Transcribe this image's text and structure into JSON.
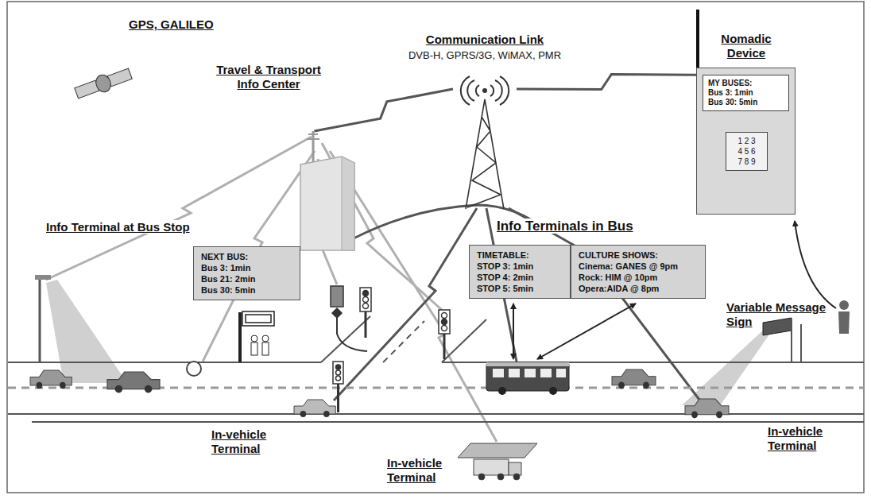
{
  "diagram": {
    "nodes": [
      {
        "text": [
          "Travel & Transport Info Center"
        ]
      },
      {
        "text": [
          "Communication Link",
          "DVB-H, GPRS/3G, WiMAX, PMR"
        ]
      },
      {
        "text": [
          "Nomadic Device"
        ]
      },
      {
        "text": [
          "MY BUSES:",
          "Bus 3: 1min",
          "Bus 30: 5min"
        ],
        "in": 2
      },
      {
        "text": [
          "1 2 3",
          "4 5 6",
          "7 8 9"
        ],
        "in": 2
      },
      {
        "text": [
          "NEXT BUS:",
          "Bus 3: 1min",
          "Bus 21: 2min",
          "Bus 30: 5min"
        ]
      },
      {
        "text": [
          "TIMETABLE:",
          "STOP 3: 1min",
          "STOP 4: 2min",
          "STOP 5: 5min"
        ]
      },
      {
        "text": [
          "CULTURE SHOWS:",
          "Cinema: GANES @ 9pm",
          "Rock: HIM @ 10pm",
          "Opera:AIDA @ 8pm"
        ]
      }
    ],
    "edges": [
      {
        "from": 0,
        "to": 1,
        "arrow": "none"
      },
      {
        "from": 1,
        "to": 2,
        "arrow": "none"
      }
    ],
    "labels": [
      "GPS, GALILEO",
      "Info Terminal at Bus Stop",
      "Info Terminals in Bus",
      "Variable Message Sign",
      "In-vehicle Terminal",
      "In-vehicle Terminal",
      "In-vehicle Terminal"
    ]
  }
}
